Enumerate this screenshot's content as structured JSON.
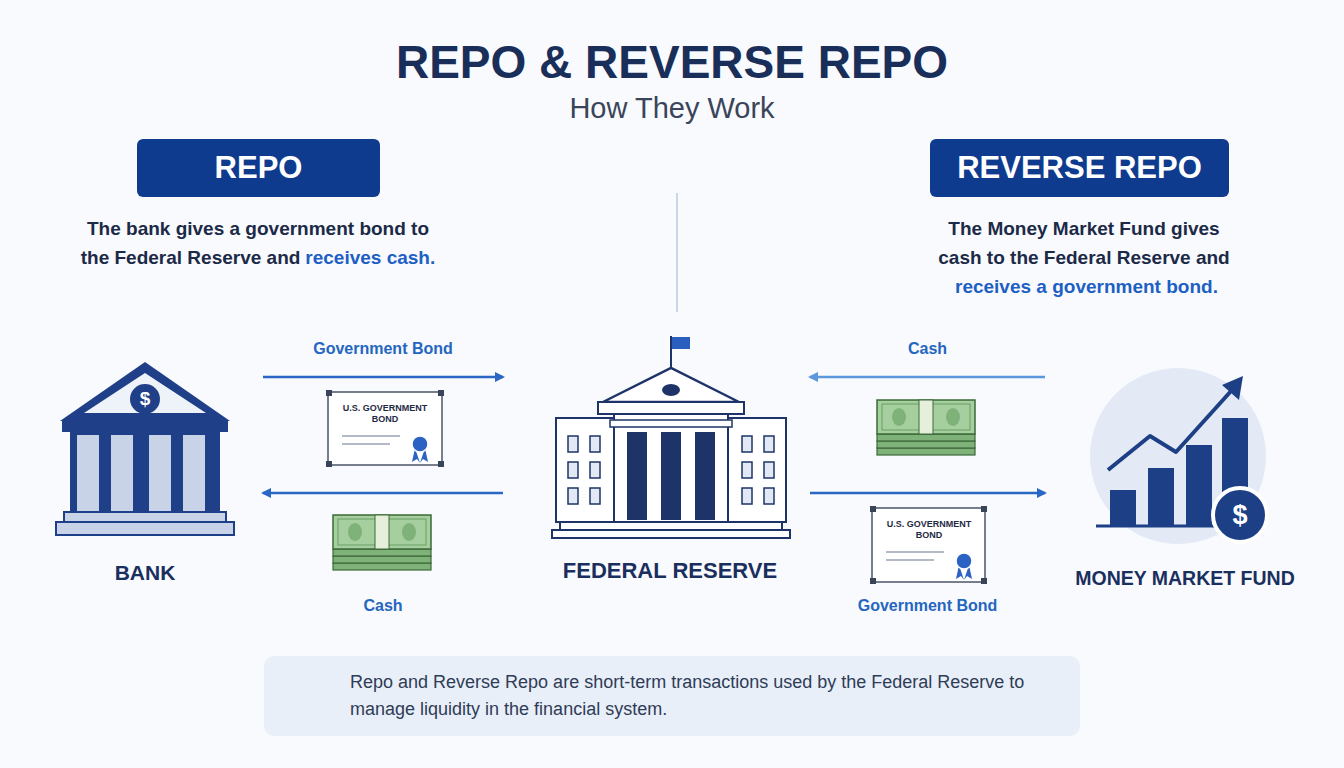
{
  "diagram": {
    "title": "REPO & REVERSE REPO",
    "nodes": [
      {
        "text": [
          "REPO"
        ]
      },
      {
        "text": [
          "REVERSE REPO"
        ]
      },
      {
        "text": [
          "BANK"
        ]
      },
      {
        "text": [
          "FEDERAL RESERVE"
        ]
      },
      {
        "text": [
          "MONEY MARKET FUND"
        ]
      },
      {
        "text": [
          "Repo and Reverse Repo are short-term transactions used by the Federal Reserve to manage liquidity in the financial system."
        ]
      }
    ],
    "edges": [
      {
        "from": 2,
        "to": 3,
        "label": "Government Bond",
        "arrow": "to"
      },
      {
        "from": 3,
        "to": 2,
        "label": "Cash",
        "arrow": "to"
      },
      {
        "from": 4,
        "to": 3,
        "label": "Cash",
        "arrow": "to"
      },
      {
        "from": 3,
        "to": 4,
        "label": "Government Bond",
        "arrow": "to"
      }
    ],
    "labels": [
      "How They Work",
      "The bank gives a government bond to the Federal Reserve and",
      "receives cash.",
      "The Money Market Fund gives cash to the Federal Reserve and",
      "receives a government bond.",
      "$",
      "$",
      "U.S. GOVERNMENT BOND",
      "U.S. GOVERNMENT BOND"
    ]
  }
}
